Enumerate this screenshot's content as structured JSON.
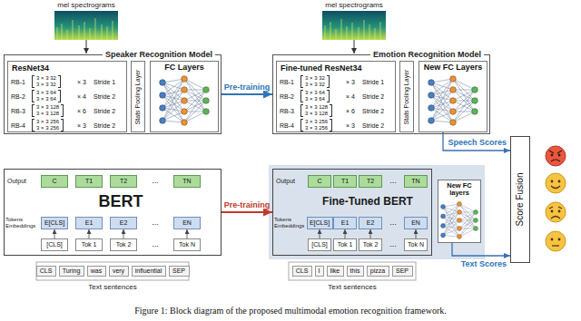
{
  "diagram": {
    "caption": "Figure 1: Block diagram of the proposed multimodal emotion recognition framework.",
    "nodes": [
      {
        "text": [
          "Speaker Recognition Model"
        ]
      },
      {
        "text": [
          "ResNet34",
          "RB-1",
          "3 × 3 32",
          "3 × 3 32",
          "× 3",
          "Stride 1",
          "RB-2",
          "3 × 3 64",
          "3 × 3 64",
          "× 4",
          "Stride 2",
          "RB-3",
          "3 × 3 128",
          "3 × 3 128",
          "× 6",
          "Stride 2",
          "RB-4",
          "3 × 3 256",
          "3 × 3 256",
          "× 3",
          "Stride 2"
        ],
        "in": 0
      },
      {
        "text": [
          "Stats Pooling Layer"
        ],
        "in": 0
      },
      {
        "text": [
          "FC Layers"
        ],
        "in": 0
      },
      {
        "text": [
          "Emotion Recognition Model"
        ]
      },
      {
        "text": [
          "Fine-tuned ResNet34",
          "RB-1",
          "3 × 3 32",
          "3 × 3 32",
          "× 3",
          "Stride 1",
          "RB-2",
          "3 × 3 64",
          "3 × 3 64",
          "× 4",
          "Stride 2",
          "RB-3",
          "3 × 3 128",
          "3 × 3 128",
          "× 6",
          "Stride 2",
          "RB-4",
          "3 × 3 256",
          "3 × 3 256",
          "× 3",
          "Stride 2"
        ],
        "in": 4
      },
      {
        "text": [
          "Stats Pooling Layer"
        ],
        "in": 4
      },
      {
        "text": [
          "New FC Layers"
        ],
        "in": 4
      },
      {
        "text": [
          "Score Fusion"
        ]
      },
      {
        "text": [
          "BERT"
        ]
      },
      {
        "text": [
          "C"
        ],
        "in": 9
      },
      {
        "text": [
          "T1"
        ],
        "in": 9
      },
      {
        "text": [
          "T2"
        ],
        "in": 9
      },
      {
        "text": [
          "TN"
        ],
        "in": 9
      },
      {
        "text": [
          "E[CLS]"
        ],
        "in": 9
      },
      {
        "text": [
          "E1"
        ],
        "in": 9
      },
      {
        "text": [
          "E2"
        ],
        "in": 9
      },
      {
        "text": [
          "EN"
        ],
        "in": 9
      },
      {
        "text": [
          "[CLS]"
        ],
        "in": 9
      },
      {
        "text": [
          "Tok 1"
        ],
        "in": 9
      },
      {
        "text": [
          "Tok 2"
        ],
        "in": 9
      },
      {
        "text": [
          "Tok N"
        ],
        "in": 9
      },
      {
        "text": [
          "CLS"
        ]
      },
      {
        "text": [
          "Turing"
        ]
      },
      {
        "text": [
          "was"
        ]
      },
      {
        "text": [
          "very"
        ]
      },
      {
        "text": [
          "influential"
        ]
      },
      {
        "text": [
          "SEP"
        ]
      },
      {
        "text": [
          "Fine-Tuned BERT"
        ]
      },
      {
        "text": [
          "C"
        ],
        "in": 28
      },
      {
        "text": [
          "T1"
        ],
        "in": 28
      },
      {
        "text": [
          "T2"
        ],
        "in": 28
      },
      {
        "text": [
          "TN"
        ],
        "in": 28
      },
      {
        "text": [
          "E[CLS]"
        ],
        "in": 28
      },
      {
        "text": [
          "E1"
        ],
        "in": 28
      },
      {
        "text": [
          "E2"
        ],
        "in": 28
      },
      {
        "text": [
          "EN"
        ],
        "in": 28
      },
      {
        "text": [
          "[CLS]"
        ],
        "in": 28
      },
      {
        "text": [
          "Tok 1"
        ],
        "in": 28
      },
      {
        "text": [
          "Tok 2"
        ],
        "in": 28
      },
      {
        "text": [
          "Tok N"
        ],
        "in": 28
      },
      {
        "text": [
          "New FC layers"
        ]
      },
      {
        "text": [
          "CLS"
        ]
      },
      {
        "text": [
          "I"
        ]
      },
      {
        "text": [
          "like"
        ]
      },
      {
        "text": [
          "this"
        ]
      },
      {
        "text": [
          "pizza"
        ]
      },
      {
        "text": [
          "SEP"
        ]
      }
    ],
    "edges": [
      {
        "from": 0,
        "to": 4,
        "arrow": "to",
        "label": "Pre-training"
      },
      {
        "from": 9,
        "to": 28,
        "arrow": "to",
        "label": "Pre-training"
      },
      {
        "from": 7,
        "to": 8,
        "arrow": "to",
        "label": "Speech Scores"
      },
      {
        "from": 41,
        "to": 8,
        "arrow": "to",
        "label": "Text Scores"
      },
      {
        "from": 18,
        "to": 14,
        "arrow": "to"
      },
      {
        "from": 19,
        "to": 15,
        "arrow": "to"
      },
      {
        "from": 20,
        "to": 16,
        "arrow": "to"
      },
      {
        "from": 21,
        "to": 17,
        "arrow": "to"
      },
      {
        "from": 37,
        "to": 33,
        "arrow": "to"
      },
      {
        "from": 38,
        "to": 34,
        "arrow": "to"
      },
      {
        "from": 39,
        "to": 35,
        "arrow": "to"
      },
      {
        "from": 40,
        "to": 36,
        "arrow": "to"
      }
    ],
    "labels": [
      "mel spectrograms",
      "mel spectrograms",
      "Output",
      "...",
      "Tokens Embeddings",
      "...",
      "...",
      "Text sentences",
      "Output",
      "...",
      "Tokens Embeddings",
      "...",
      "...",
      "Text sentences"
    ]
  }
}
